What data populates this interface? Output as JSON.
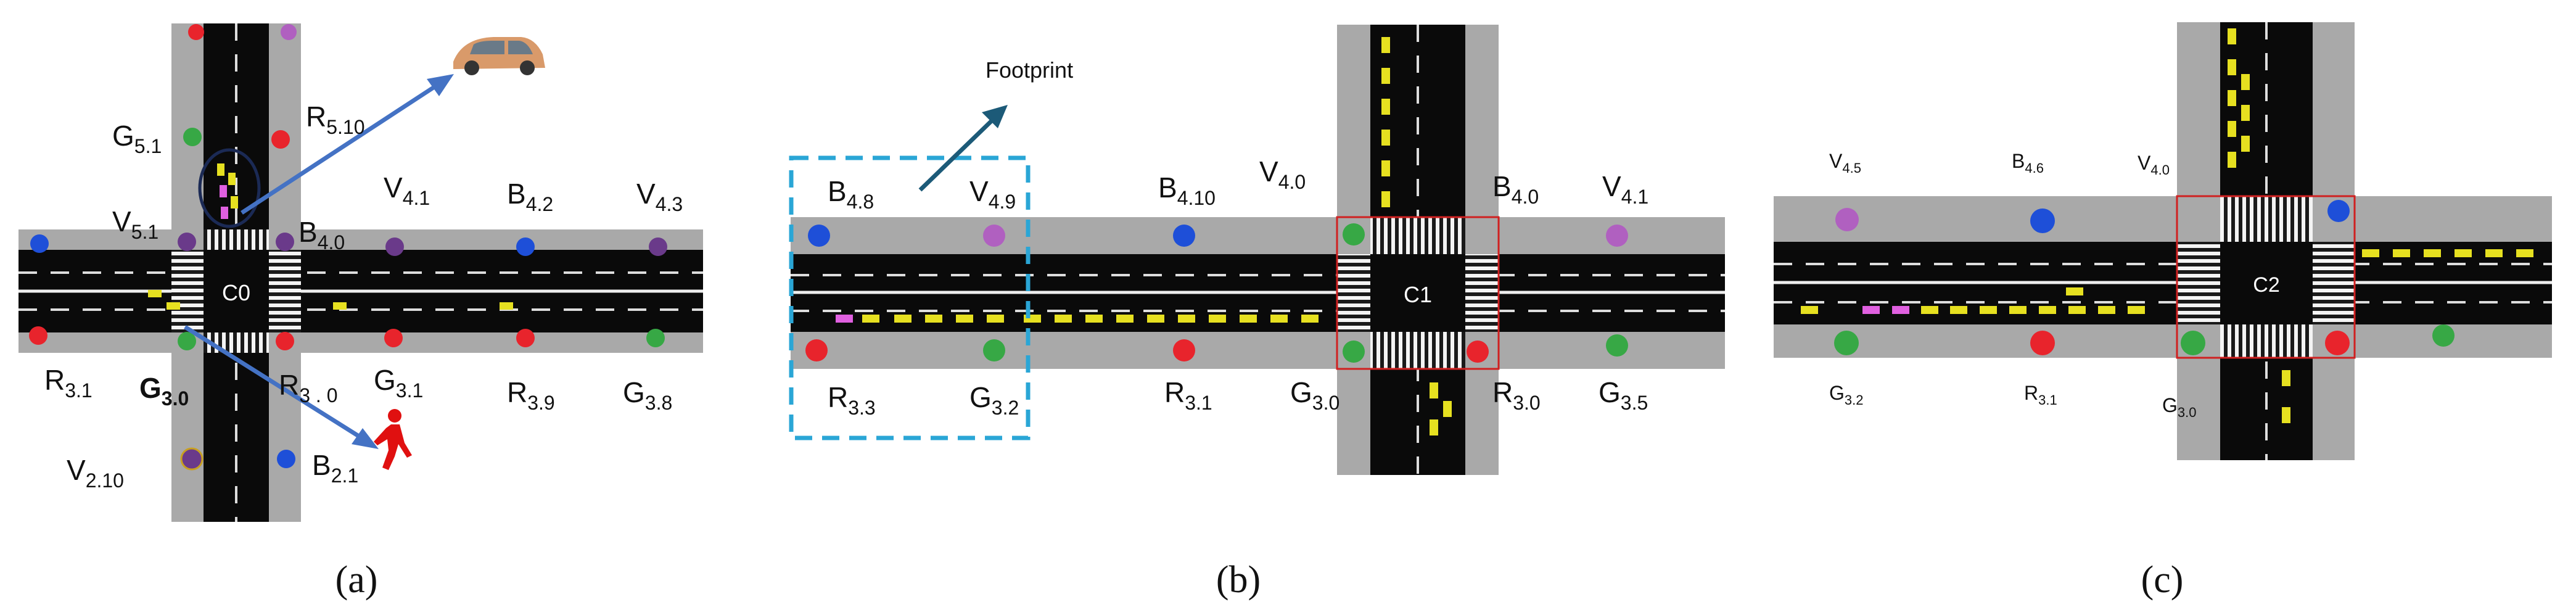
{
  "colors": {
    "sidewalk": "#a9a9a9",
    "road": "#0a0a0a",
    "red": "#e8242c",
    "green": "#37a845",
    "blue": "#1e4fd8",
    "purple": "#6a3a8a",
    "violet": "#b060c0",
    "arrow": "#4472c4",
    "footprint": "#2aa6d6",
    "footprint_arrow": "#1c5a78",
    "pedestrian": "#e01010",
    "car": "#d99a6a"
  },
  "panels": [
    {
      "caption": "(a)",
      "center_label": "C0",
      "labels": [
        {
          "main": "G",
          "sub": "5.1"
        },
        {
          "main": "R",
          "sub": "5.10"
        },
        {
          "main": "V",
          "sub": "4.1"
        },
        {
          "main": "B",
          "sub": "4.2"
        },
        {
          "main": "V",
          "sub": "4.3"
        },
        {
          "main": "V",
          "sub": "5.1"
        },
        {
          "main": "B",
          "sub": "4.0"
        },
        {
          "main": "R",
          "sub": "3.1"
        },
        {
          "main": "G",
          "sub": "3.0"
        },
        {
          "main": "R",
          "sub": "3 . 0"
        },
        {
          "main": "G",
          "sub": "3.1"
        },
        {
          "main": "R",
          "sub": "3.9"
        },
        {
          "main": "G",
          "sub": "3.8"
        },
        {
          "main": "V",
          "sub": "2.10"
        },
        {
          "main": "B",
          "sub": "2.1"
        }
      ],
      "icons": [
        "car-icon",
        "pedestrian-icon"
      ]
    },
    {
      "caption": "(b)",
      "center_label": "C1",
      "footprint_label": "Footprint",
      "labels": [
        {
          "main": "B",
          "sub": "4.8"
        },
        {
          "main": "V",
          "sub": "4.9"
        },
        {
          "main": "B",
          "sub": "4.10"
        },
        {
          "main": "V",
          "sub": "4.0"
        },
        {
          "main": "B",
          "sub": "4.0"
        },
        {
          "main": "V",
          "sub": "4.1"
        },
        {
          "main": "R",
          "sub": "3.3"
        },
        {
          "main": "G",
          "sub": "3.2"
        },
        {
          "main": "R",
          "sub": "3.1"
        },
        {
          "main": "G",
          "sub": "3.0"
        },
        {
          "main": "R",
          "sub": "3.0"
        },
        {
          "main": "G",
          "sub": "3.5"
        }
      ]
    },
    {
      "caption": "(c)",
      "center_label": "C2",
      "labels": [
        {
          "main": "V",
          "sub": "4.5"
        },
        {
          "main": "B",
          "sub": "4.6"
        },
        {
          "main": "V",
          "sub": "4.0"
        },
        {
          "main": "G",
          "sub": "3.2"
        },
        {
          "main": "R",
          "sub": "3.1"
        },
        {
          "main": "G",
          "sub": "3.0"
        }
      ]
    }
  ]
}
